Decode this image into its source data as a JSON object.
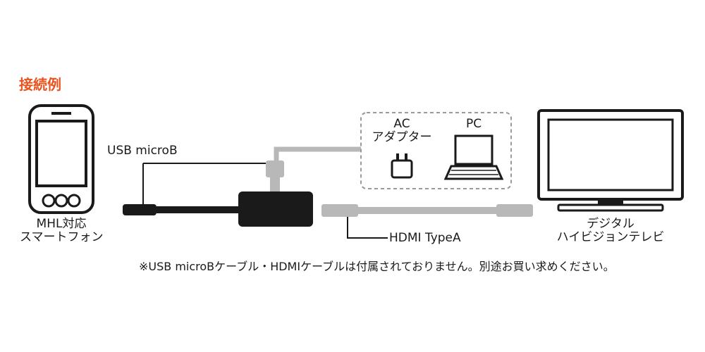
{
  "title": "接続例",
  "smartphone": {
    "label_line1": "MHL対応",
    "label_line2": "スマートフォン"
  },
  "cables": {
    "usb_label": "USB microB",
    "hdmi_label": "HDMI TypeA"
  },
  "power_group": {
    "ac_label_line1": "AC",
    "ac_label_line2": "アダプター",
    "pc_label": "PC"
  },
  "tv": {
    "label_line1": "デジタル",
    "label_line2": "ハイビジョンテレビ"
  },
  "footnote": "※USB microBケーブル・HDMIケーブルは付属されておりません。別途お買い求めください。",
  "colors": {
    "title": "#e8541e",
    "device_outline": "#1a1a1a",
    "cable_gray": "#b8b8b8",
    "dashed_box": "#9a9a9a"
  }
}
